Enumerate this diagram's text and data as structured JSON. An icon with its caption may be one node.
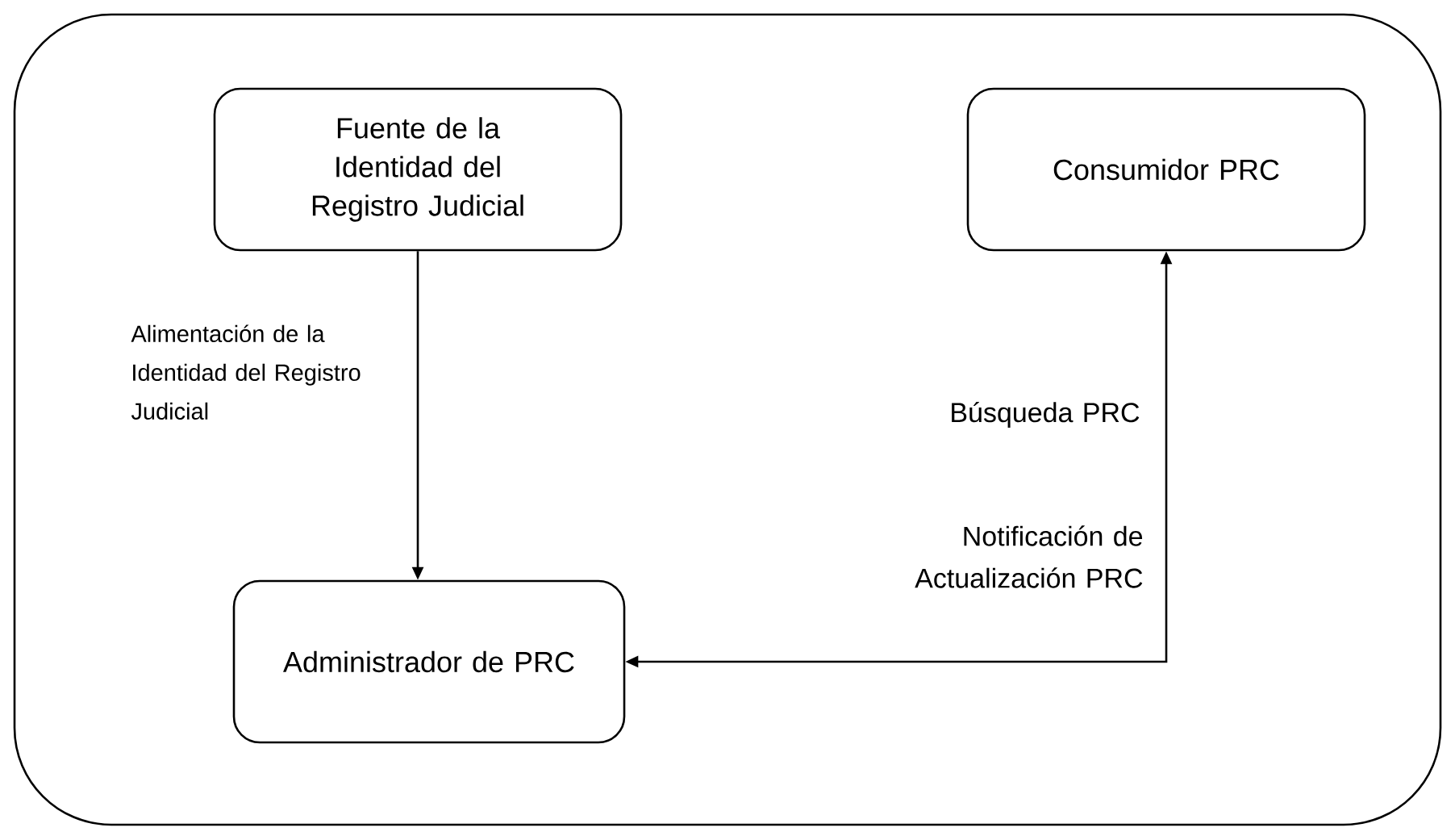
{
  "diagram": {
    "nodes": [
      {
        "text": [],
        "shape": "box"
      },
      {
        "text": [
          "Fuente de la Identidad del Registro Judicial"
        ],
        "in": 0
      },
      {
        "text": [
          "Consumidor PRC"
        ],
        "in": 0
      },
      {
        "text": [
          "Administrador de PRC"
        ],
        "in": 0
      }
    ],
    "edges": [
      {
        "from": 1,
        "to": 3,
        "arrow": "to",
        "label": "Alimentación de la Identidad del Registro Judicial"
      },
      {
        "from": 3,
        "to": 2,
        "arrow": "both",
        "label": "Búsqueda PRC"
      }
    ],
    "labels": [
      "Notificación de Actualización PRC"
    ]
  }
}
